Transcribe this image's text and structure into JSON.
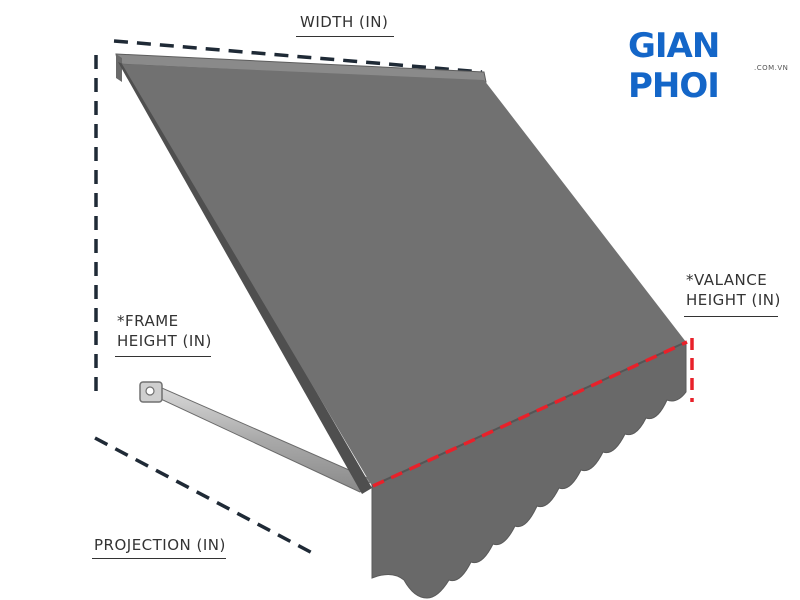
{
  "labels": {
    "width": "WIDTH (IN)",
    "valance_line1": "*VALANCE",
    "valance_line2": "HEIGHT (IN)",
    "frame_line1": "*FRAME",
    "frame_line2": "HEIGHT (IN)",
    "projection": "PROJECTION (IN)"
  },
  "logo": {
    "name": "GIAN PHOI",
    "domain": ".COM.VN"
  },
  "colors": {
    "fabric": "#717171",
    "fabric_dark": "#5a5a5a",
    "valance_dash": "#e8212a",
    "guide_dash": "#1f2a36",
    "frame_metal": "#b8b8b8",
    "brand": "#1466c8"
  }
}
